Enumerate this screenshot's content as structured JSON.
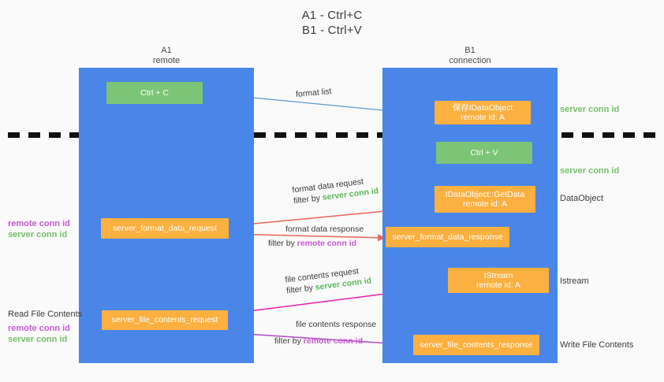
{
  "title": {
    "line1": "A1 - Ctrl+C",
    "line2": "B1 - Ctrl+V"
  },
  "lanes": [
    {
      "id": "a1",
      "title": "A1",
      "subtitle": "remote",
      "color": "#4a86e8"
    },
    {
      "id": "b1",
      "title": "B1",
      "subtitle": "connection",
      "color": "#4a86e8"
    }
  ],
  "nodes": [
    {
      "id": "ctrl-c",
      "line1": "Ctrl + C",
      "line2": "",
      "color": "#7cc576"
    },
    {
      "id": "store-idataobject",
      "line1": "保存IDataObject",
      "line2": "remote id: A",
      "color": "#fbb040"
    },
    {
      "id": "ctrl-v",
      "line1": "Ctrl + V",
      "line2": "",
      "color": "#7cc576"
    },
    {
      "id": "idataobject-getdata",
      "line1": "IDataObject::GetData",
      "line2": "remote id: A",
      "color": "#fbb040"
    },
    {
      "id": "server-format-data-request",
      "line1": "server_format_data_request",
      "line2": "",
      "color": "#fbb040"
    },
    {
      "id": "server-format-data-response",
      "line1": "server_format_data_response",
      "line2": "",
      "color": "#fbb040"
    },
    {
      "id": "istream",
      "line1": "IStream",
      "line2": "remote id: A",
      "color": "#fbb040"
    },
    {
      "id": "server-file-contents-request",
      "line1": "server_file_contents_request",
      "line2": "",
      "color": "#fbb040"
    },
    {
      "id": "server-file-contents-response",
      "line1": "server_file_contents_response",
      "line2": "",
      "color": "#fbb040"
    }
  ],
  "edge_notes": {
    "format_list": "format list",
    "format_data_request": "format data request",
    "format_data_request_filter_prefix": "filter by ",
    "format_data_request_filter_value": "server conn id",
    "format_data_response": "format data response",
    "format_data_response_filter_prefix": "filter by ",
    "format_data_response_filter_value": "remote conn id",
    "file_contents_request": "file contents request",
    "file_contents_request_filter_prefix": "filter by ",
    "file_contents_request_filter_value": "server conn id",
    "file_contents_response": "file contents response",
    "file_contents_response_filter_prefix": "filter by ",
    "file_contents_response_filter_value": "remote conn id"
  },
  "right_labels": {
    "server_conn_id_top": "server conn id",
    "server_conn_id_mid": "server conn id",
    "dataobject": "DataObject",
    "istream": "Istream",
    "write_file_contents": "Write File Contents"
  },
  "left_labels": {
    "conn_pair_1_remote": "remote conn id",
    "conn_pair_1_server": "server conn id",
    "read_file_contents": "Read File Contents",
    "conn_pair_2_remote": "remote conn id",
    "conn_pair_2_server": "server conn id"
  },
  "colors": {
    "lane": "#4a86e8",
    "green_node": "#7cc576",
    "orange_node": "#fbb040",
    "green_text": "#76c06a",
    "purple_text": "#c45ad0",
    "arrow_blue": "#5b9bd5",
    "arrow_red": "#e8675a",
    "arrow_magenta": "#e81fae",
    "arrow_purple": "#b04ec4",
    "arrow_black": "#1a1a1a",
    "divider": "#111111"
  }
}
